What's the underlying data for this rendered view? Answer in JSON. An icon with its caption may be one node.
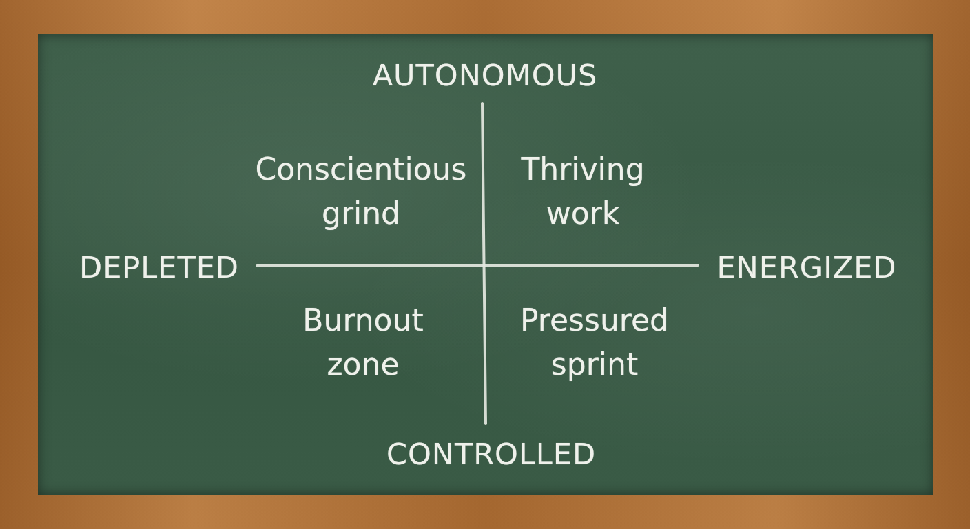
{
  "diagram": {
    "labels": [
      "AUTONOMOUS",
      "Conscientious grind",
      "Thriving work",
      "DEPLETED",
      "ENERGIZED",
      "Burnout zone",
      "Pressured sprint",
      "CONTROLLED"
    ]
  }
}
